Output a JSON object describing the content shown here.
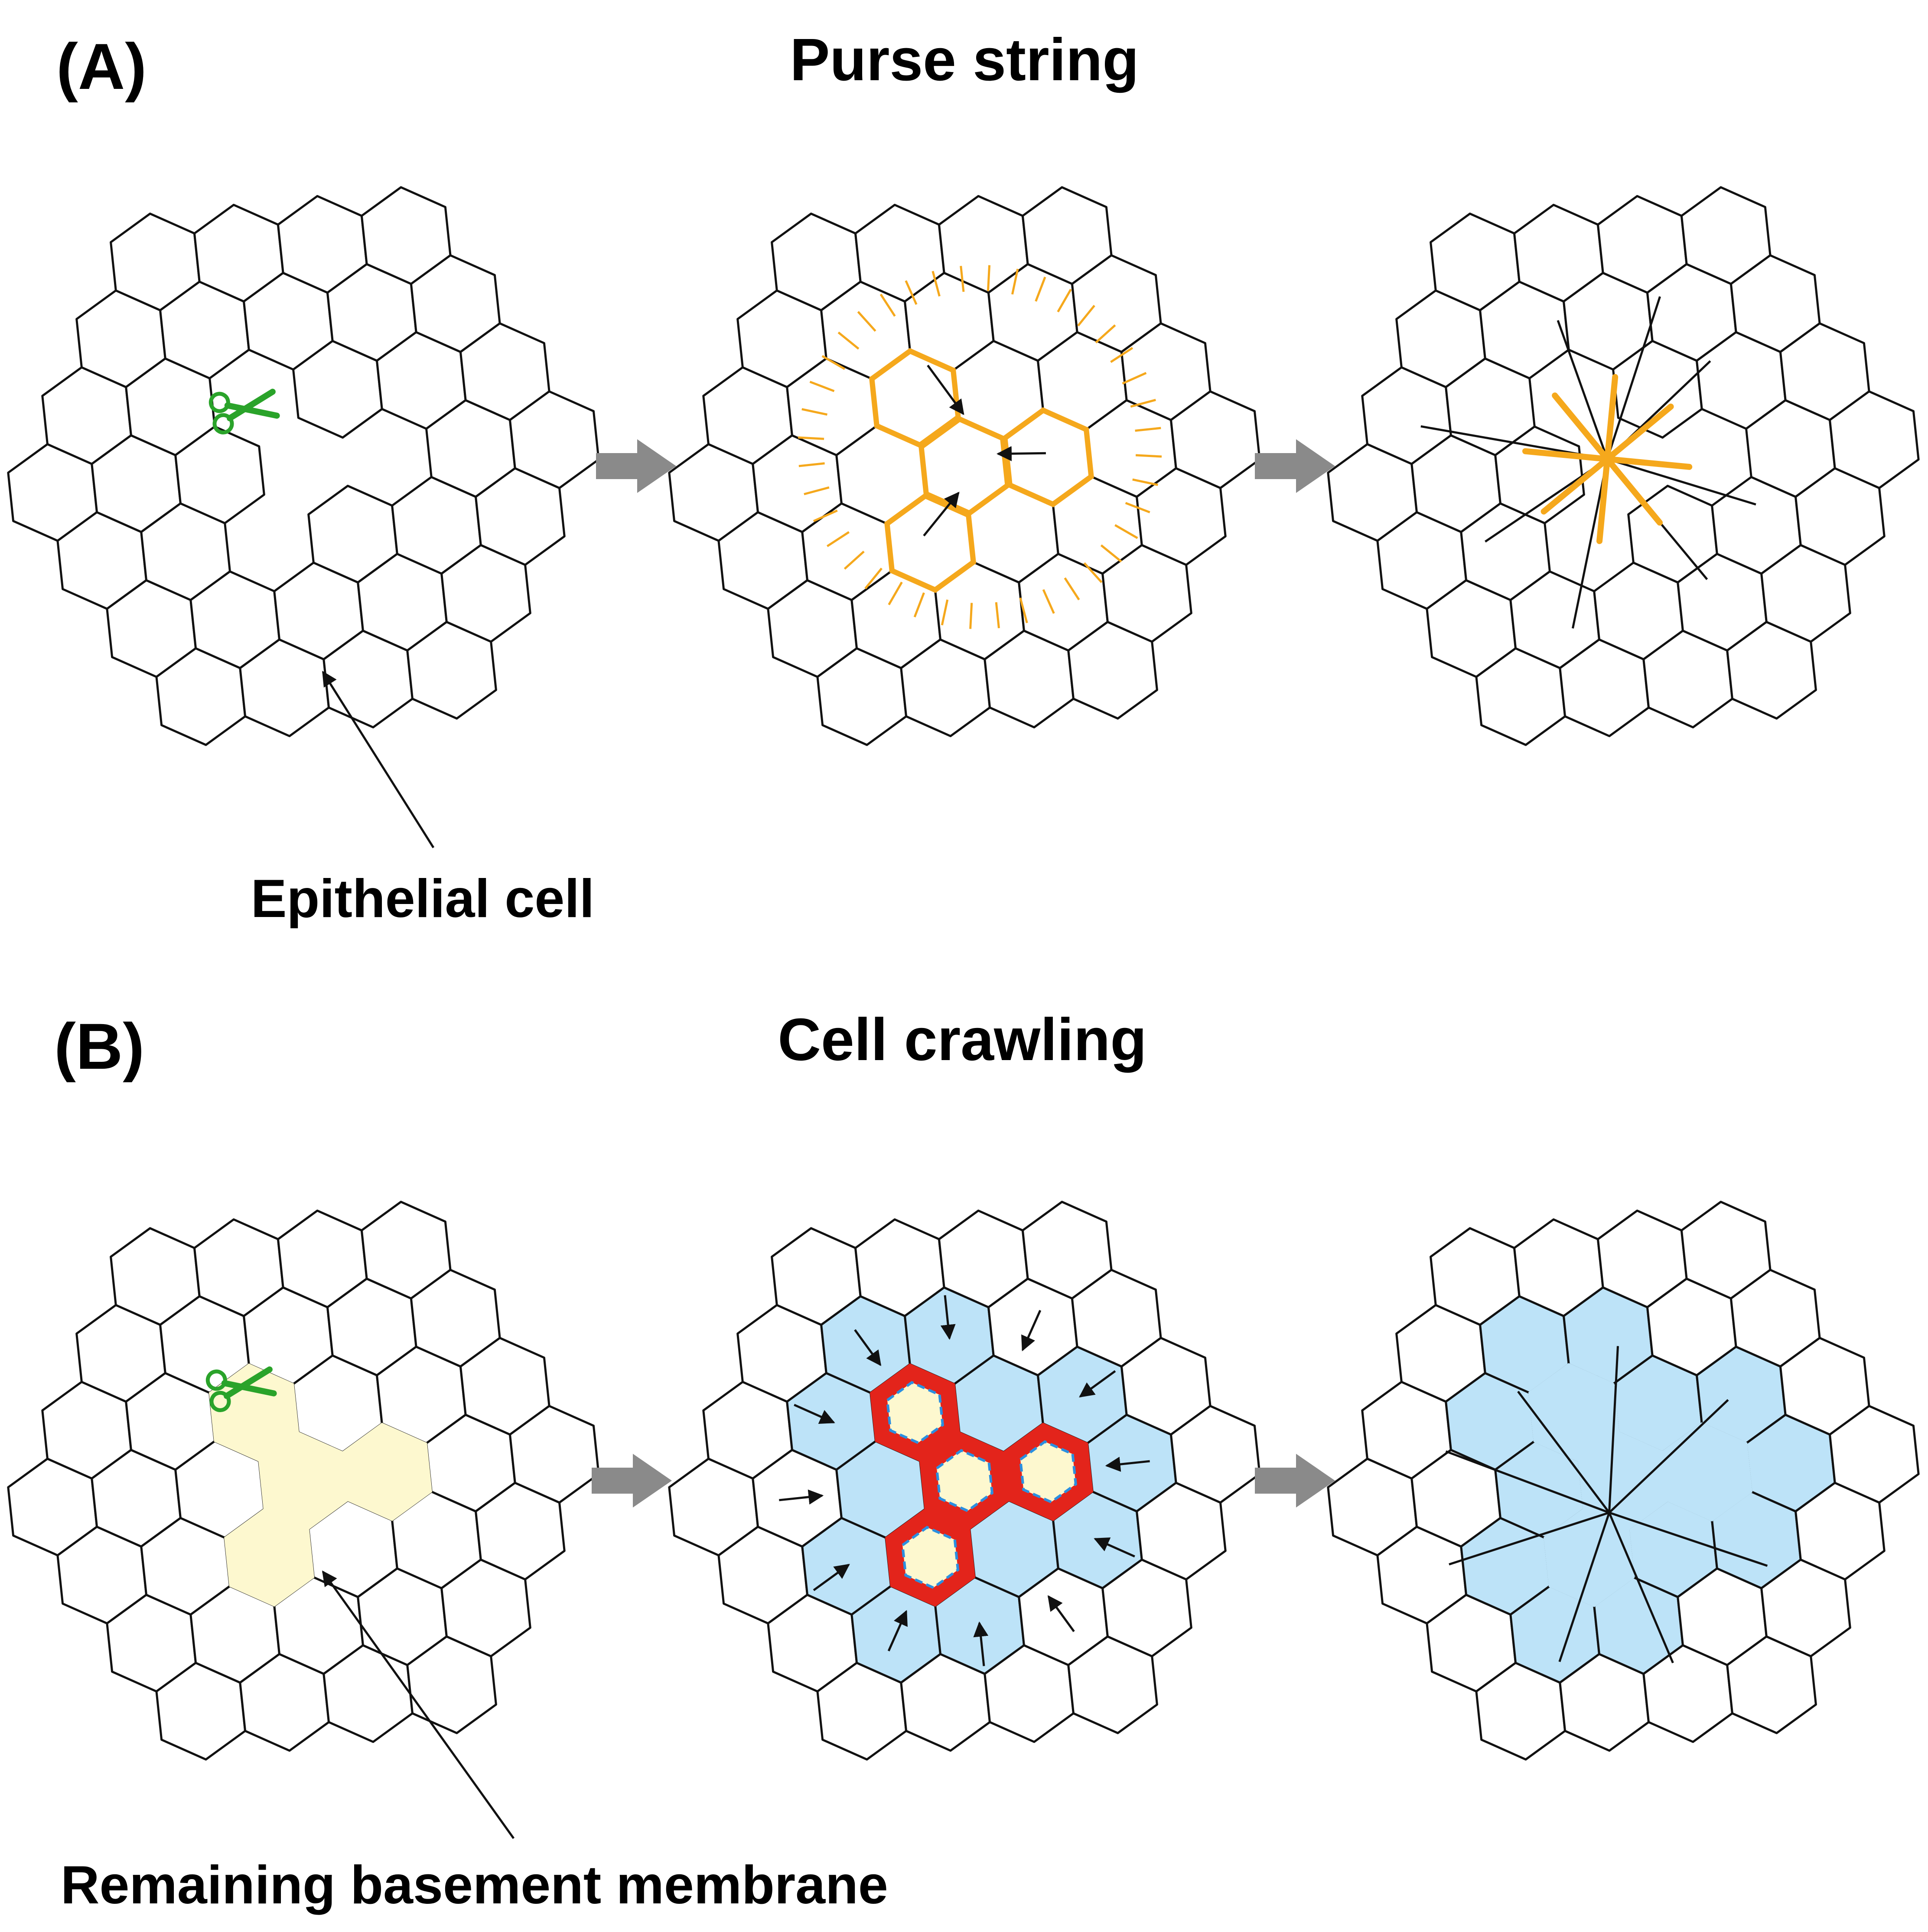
{
  "panel_a": {
    "letter": "(A)",
    "title": "Purse string",
    "callout": "Epithelial cell"
  },
  "panel_b": {
    "letter": "(B)",
    "title": "Cell crawling",
    "callout": "Remaining basement membrane"
  },
  "colors": {
    "cell_outline": "#111111",
    "actin_cable": "#f5a81c",
    "scissors": "#2aa32a",
    "crawling_cell": "#bde3f8",
    "basement_membrane": "#fdf8cf",
    "lamellipodia": "#e3241b",
    "lamellipodia_edge": "#2b8fe0",
    "step_arrow": "#8a8a8a"
  },
  "icons": [
    "scissors-icon",
    "step-arrow-icon",
    "migration-arrow-icon"
  ]
}
